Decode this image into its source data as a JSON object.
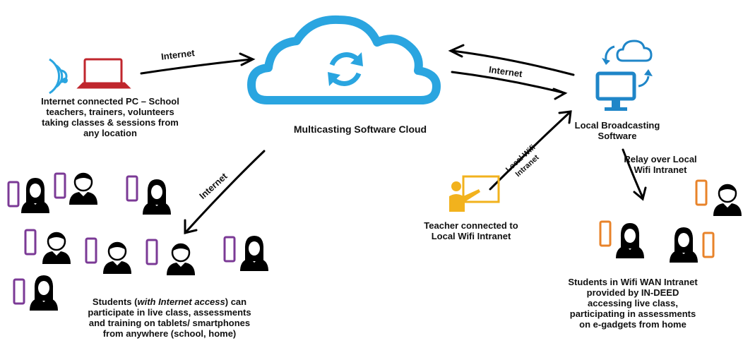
{
  "cloud": {
    "label": "Multicasting Software Cloud"
  },
  "pc": {
    "lines": [
      "Internet connected PC – School",
      "teachers, trainers, volunteers",
      "taking classes & sessions from",
      "any location"
    ]
  },
  "local_software": {
    "lines": [
      "Local Broadcasting",
      "Software"
    ]
  },
  "relay": {
    "lines": [
      "Relay over Local",
      "Wifi Intranet"
    ]
  },
  "teacher": {
    "lines": [
      "Teacher connected to",
      "Local Wifi Intranet"
    ]
  },
  "students_internet": {
    "line1_pre": "Students (",
    "line1_em": "with Internet access",
    "line1_post": ") can",
    "line2": "participate in live class, assessments",
    "line3": "and training on tablets/ smartphones",
    "line4": "from anywhere (school, home)"
  },
  "students_wifi": {
    "lines": [
      "Students in Wifi WAN Intranet",
      "provided by IN-DEED",
      "accessing live class,",
      "participating in assessments",
      "on e-gadgets from home"
    ]
  },
  "arrow_labels": {
    "internet_top": "Internet",
    "internet_right": "Internet",
    "internet_down": "Internet",
    "local_wifi": "Local Wifi\nIntranet"
  },
  "colors": {
    "cloud": "#2aa5e0",
    "wifi": "#2aa5e0",
    "laptop": "#c0262d",
    "monitor": "#1f86c8",
    "teacher": "#f2b21d",
    "phone_purple": "#7b3a96",
    "phone_orange": "#e8832a"
  }
}
